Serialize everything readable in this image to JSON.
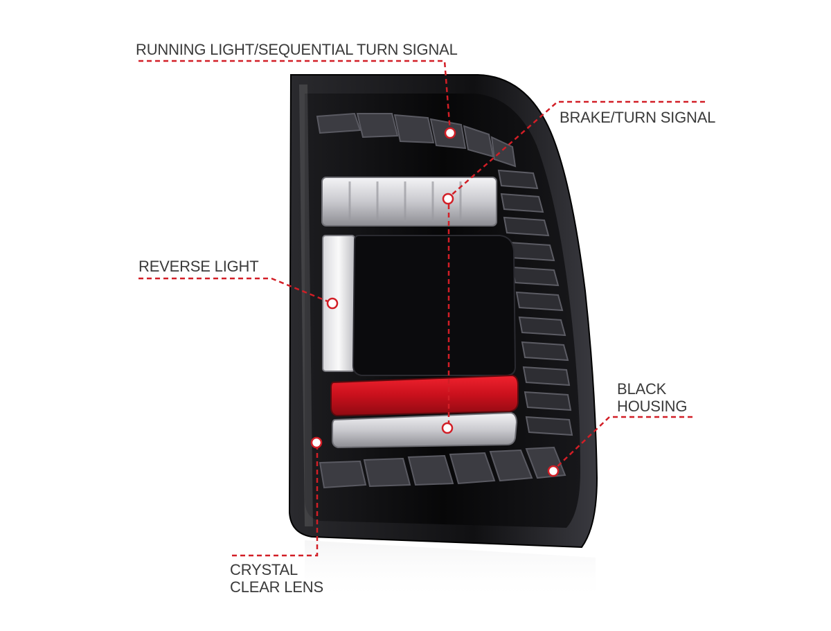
{
  "image": {
    "subject": "Black housing LED tail light with annotated callouts",
    "background_color": "#ffffff",
    "accent_color": "#d21e26",
    "housing_color": "#0e0e10"
  },
  "callouts": {
    "running_light": {
      "label": "RUNNING LIGHT/SEQUENTIAL TURN SIGNAL"
    },
    "brake_turn": {
      "label": "BRAKE/TURN SIGNAL"
    },
    "reverse_light": {
      "label": "REVERSE LIGHT"
    },
    "black_housing": {
      "line1": "BLACK",
      "line2": "HOUSING"
    },
    "crystal_lens": {
      "line1": "CRYSTAL",
      "line2": "CLEAR LENS"
    }
  }
}
